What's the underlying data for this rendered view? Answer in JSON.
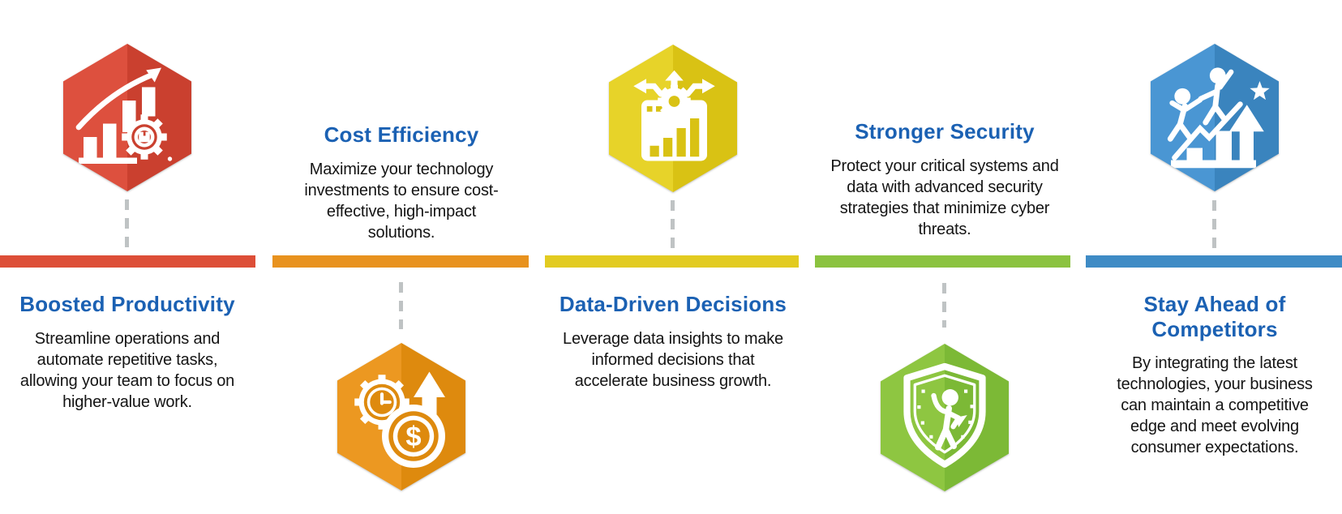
{
  "theme": {
    "heading_color": "#1b61b3",
    "body_color": "#141414",
    "connector_color": "#bfc3c4"
  },
  "items": [
    {
      "id": "boosted-productivity",
      "title": "Boosted Productivity",
      "description": "Streamline operations and\nautomate repetitive tasks,\nallowing your team to focus on\nhigher-value work.",
      "icon": "growth-chart-gear-icon",
      "hex_left": "#dd503e",
      "hex_right": "#ca402f",
      "bar_color": "#dd4e37",
      "icon_position": "top"
    },
    {
      "id": "cost-efficiency",
      "title": "Cost Efficiency",
      "description": "Maximize your technology\ninvestments to ensure cost-\neffective, high-impact\nsolutions.",
      "icon": "gear-clock-dollar-icon",
      "hex_left": "#ec9821",
      "hex_right": "#de8a0e",
      "bar_color": "#e8921e",
      "icon_position": "bottom"
    },
    {
      "id": "data-driven-decisions",
      "title": "Data-Driven Decisions",
      "description": "Leverage data insights to make\ninformed decisions that\naccelerate business growth.",
      "icon": "analytics-window-gear-icon",
      "hex_left": "#e7d329",
      "hex_right": "#d9c214",
      "bar_color": "#e2cb20",
      "icon_position": "top"
    },
    {
      "id": "stronger-security",
      "title": "Stronger Security",
      "description": "Protect your critical systems and\ndata with advanced security\nstrategies that minimize cyber\nthreats.",
      "icon": "shield-person-icon",
      "hex_left": "#8ec641",
      "hex_right": "#7cb936",
      "bar_color": "#8bc33f",
      "icon_position": "bottom"
    },
    {
      "id": "stay-ahead-of-competitors",
      "title": "Stay Ahead of\nCompetitors",
      "description": "By integrating the latest\ntechnologies, your business\ncan maintain a competitive\nedge and meet evolving\nconsumer expectations.",
      "icon": "climb-growth-star-icon",
      "hex_left": "#4a96d3",
      "hex_right": "#3a84be",
      "bar_color": "#3e8bc5",
      "icon_position": "top"
    }
  ]
}
